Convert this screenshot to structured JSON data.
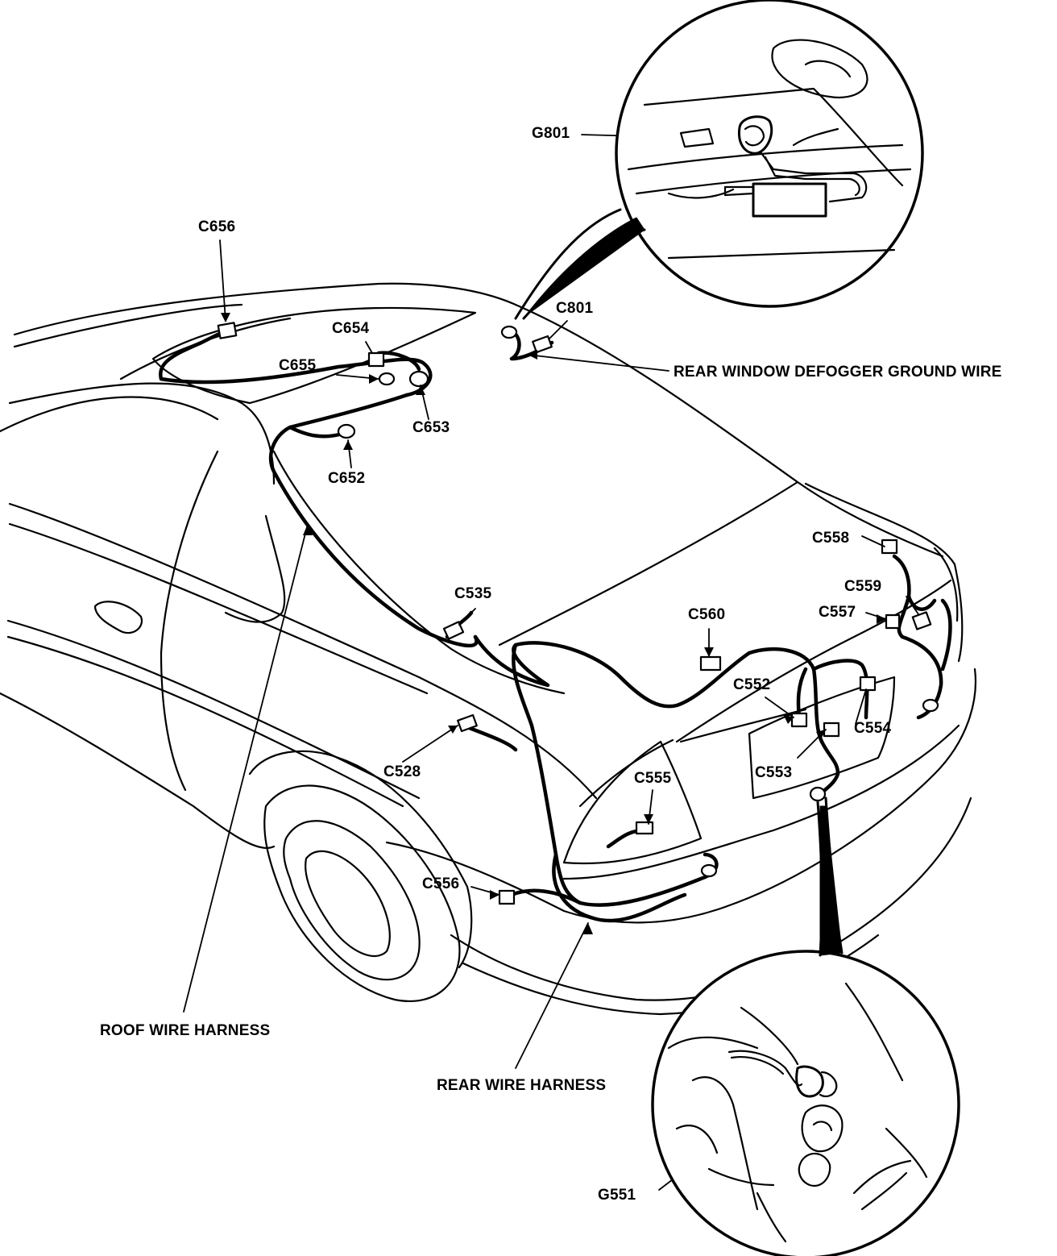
{
  "connectors": {
    "c656": "C656",
    "c654": "C654",
    "c655": "C655",
    "c653": "C653",
    "c652": "C652",
    "c801": "C801",
    "c535": "C535",
    "c528": "C528",
    "c560": "C560",
    "c558": "C558",
    "c559": "C559",
    "c557": "C557",
    "c552": "C552",
    "c554": "C554",
    "c553": "C553",
    "c555": "C555",
    "c556": "C556"
  },
  "grounds": {
    "g801": "G801",
    "g551": "G551"
  },
  "harnesses": {
    "roof": "ROOF WIRE HARNESS",
    "rear": "REAR WIRE HARNESS",
    "defogger_ground": "REAR WINDOW DEFOGGER GROUND WIRE"
  },
  "colors": {
    "line": "#000000",
    "background": "#ffffff"
  }
}
